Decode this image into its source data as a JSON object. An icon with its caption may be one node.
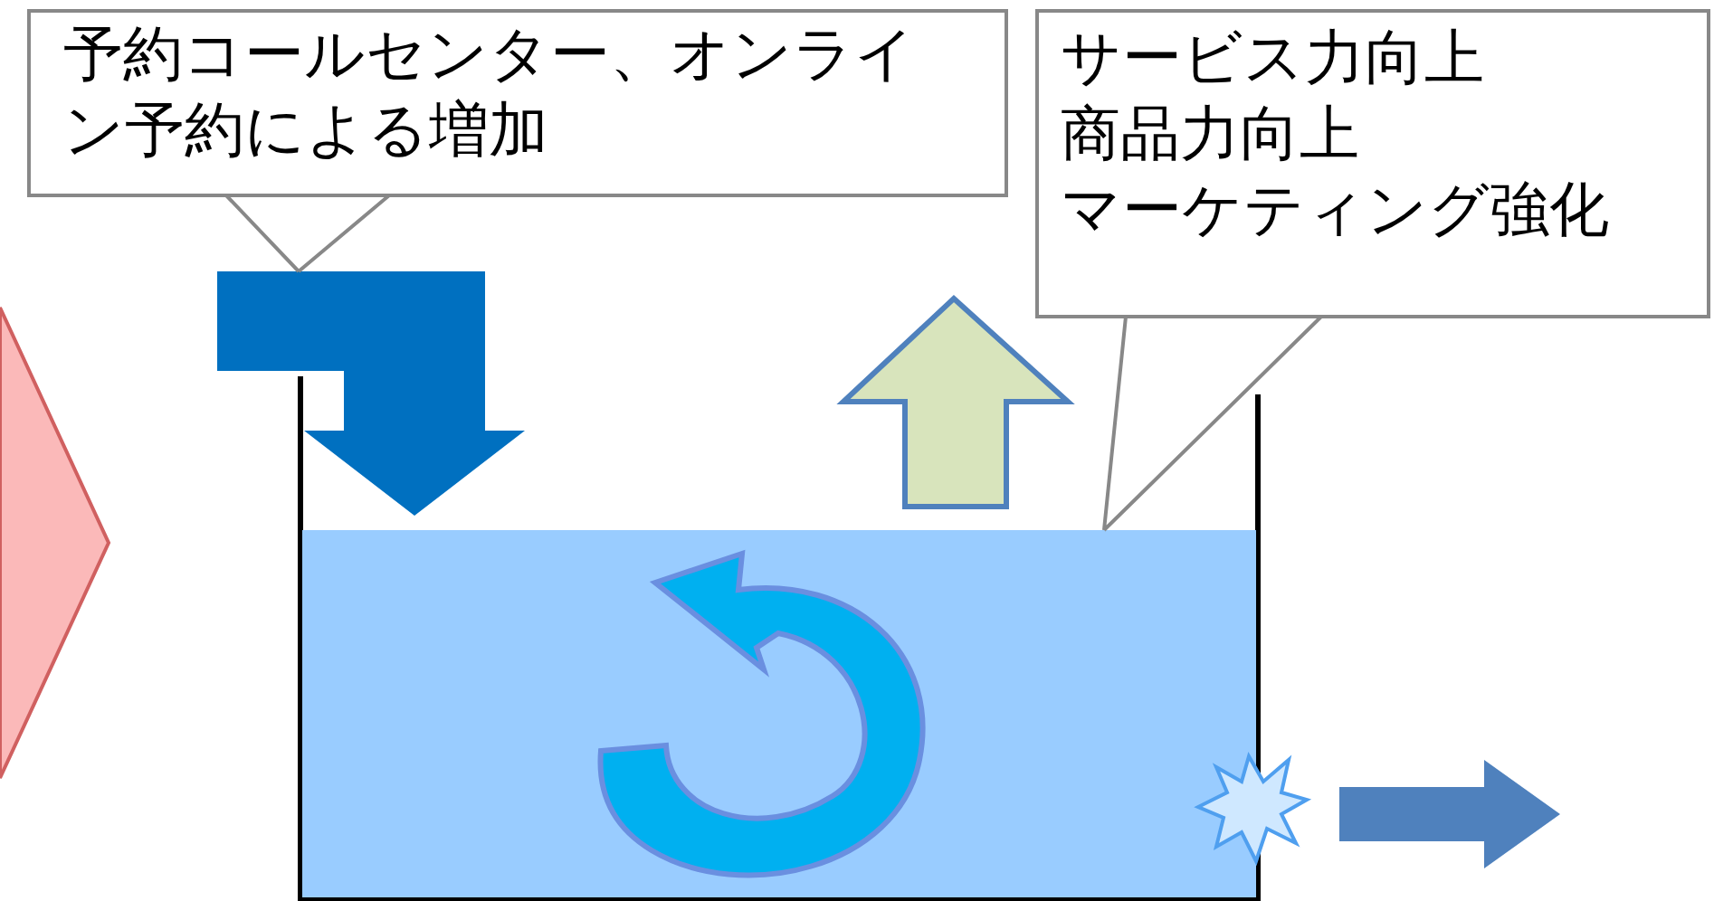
{
  "diagram": {
    "nodes": [
      {
        "text": [
          "予約コールセンター、オンライン予約による増加"
        ]
      },
      {
        "text": [
          "サービス力向上",
          "商品力向上",
          "マーケティング強化"
        ]
      },
      {
        "text": [],
        "shape": "arrow"
      },
      {
        "text": [],
        "shape": "box"
      },
      {
        "text": [],
        "shape": "chevron"
      }
    ],
    "edges": [
      {
        "from": 0,
        "to": 2,
        "arrow": "none"
      },
      {
        "from": 1,
        "to": 3,
        "arrow": "none"
      }
    ]
  }
}
